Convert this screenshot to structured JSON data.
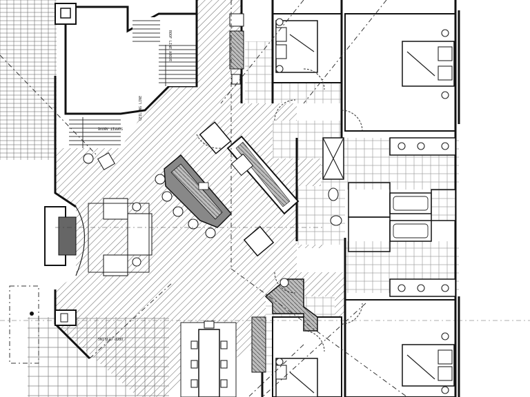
{
  "plan": {
    "title": "",
    "drawing_type": "architectural floor plan",
    "rooms": [
      {
        "id": "great-room",
        "label": ""
      },
      {
        "id": "kitchen",
        "label": ""
      },
      {
        "id": "dining",
        "label": ""
      },
      {
        "id": "bedroom-north-1",
        "label": ""
      },
      {
        "id": "bedroom-north-2",
        "label": ""
      },
      {
        "id": "bedroom-south-1",
        "label": ""
      },
      {
        "id": "bedroom-south-2",
        "label": ""
      },
      {
        "id": "bath-north",
        "label": ""
      },
      {
        "id": "bath-south",
        "label": ""
      },
      {
        "id": "stair",
        "label": ""
      },
      {
        "id": "deck",
        "label": ""
      }
    ],
    "annotations": [
      {
        "id": "note-stair",
        "text": "ROOF LINE ABOVE"
      },
      {
        "id": "note-ceiling-1",
        "text": "CEILING LINE"
      },
      {
        "id": "note-ceiling-2",
        "text": "SOFFIT ABOVE"
      },
      {
        "id": "note-ceiling-3",
        "text": "DROP CEILING"
      }
    ],
    "colors": {
      "hatch": "#6e6e6e",
      "wall": "#111111",
      "counter": "#8a8a8a",
      "tile_grid": "#9a9a9a",
      "deck_grid": "#7a7a7a"
    }
  }
}
